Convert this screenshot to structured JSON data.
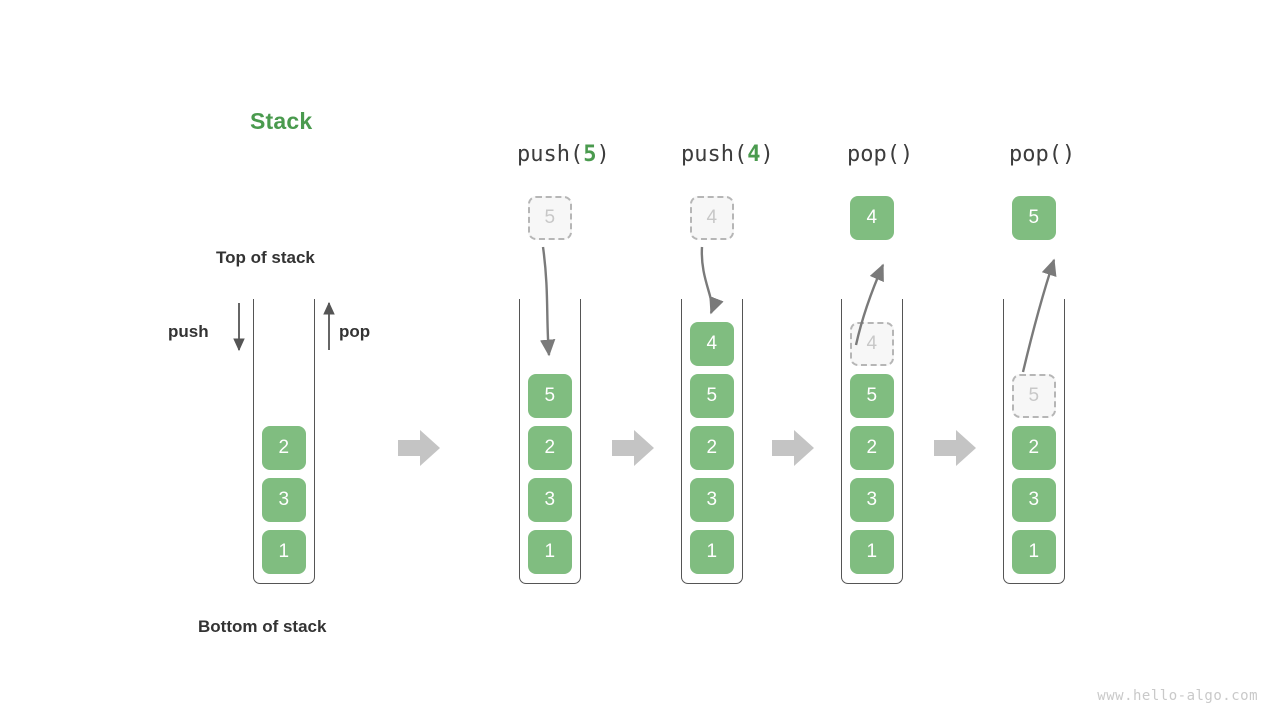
{
  "diagram": {
    "title": "Stack",
    "title_color": "#4a9a4e",
    "accent_color": "#80bd80",
    "ghost_color": "#c8c8c8",
    "watermark": "www.hello-algo.com"
  },
  "labels": {
    "top_of_stack": "Top of stack",
    "bottom_of_stack": "Bottom of stack",
    "push": "push",
    "pop": "pop"
  },
  "initial_stack": {
    "cells": [
      "2",
      "3",
      "1"
    ]
  },
  "steps": [
    {
      "op_prefix": "push(",
      "op_arg": "5",
      "op_suffix": ")",
      "floating": {
        "value": "5",
        "style": "ghost",
        "direction": "down"
      },
      "cells": [
        {
          "value": "5",
          "style": "filled"
        },
        {
          "value": "2",
          "style": "filled"
        },
        {
          "value": "3",
          "style": "filled"
        },
        {
          "value": "1",
          "style": "filled"
        }
      ]
    },
    {
      "op_prefix": "push(",
      "op_arg": "4",
      "op_suffix": ")",
      "floating": {
        "value": "4",
        "style": "ghost",
        "direction": "down"
      },
      "cells": [
        {
          "value": "4",
          "style": "filled"
        },
        {
          "value": "5",
          "style": "filled"
        },
        {
          "value": "2",
          "style": "filled"
        },
        {
          "value": "3",
          "style": "filled"
        },
        {
          "value": "1",
          "style": "filled"
        }
      ]
    },
    {
      "op_prefix": "pop(",
      "op_arg": "",
      "op_suffix": ")",
      "floating": {
        "value": "4",
        "style": "filled",
        "direction": "up"
      },
      "cells": [
        {
          "value": "4",
          "style": "ghost"
        },
        {
          "value": "5",
          "style": "filled"
        },
        {
          "value": "2",
          "style": "filled"
        },
        {
          "value": "3",
          "style": "filled"
        },
        {
          "value": "1",
          "style": "filled"
        }
      ]
    },
    {
      "op_prefix": "pop(",
      "op_arg": "",
      "op_suffix": ")",
      "floating": {
        "value": "5",
        "style": "filled",
        "direction": "up"
      },
      "cells": [
        {
          "value": "5",
          "style": "ghost"
        },
        {
          "value": "2",
          "style": "filled"
        },
        {
          "value": "3",
          "style": "filled"
        },
        {
          "value": "1",
          "style": "filled"
        }
      ]
    }
  ],
  "flow_arrows": [
    {
      "name": "flow-arrow-1"
    },
    {
      "name": "flow-arrow-2"
    },
    {
      "name": "flow-arrow-3"
    },
    {
      "name": "flow-arrow-4"
    }
  ]
}
